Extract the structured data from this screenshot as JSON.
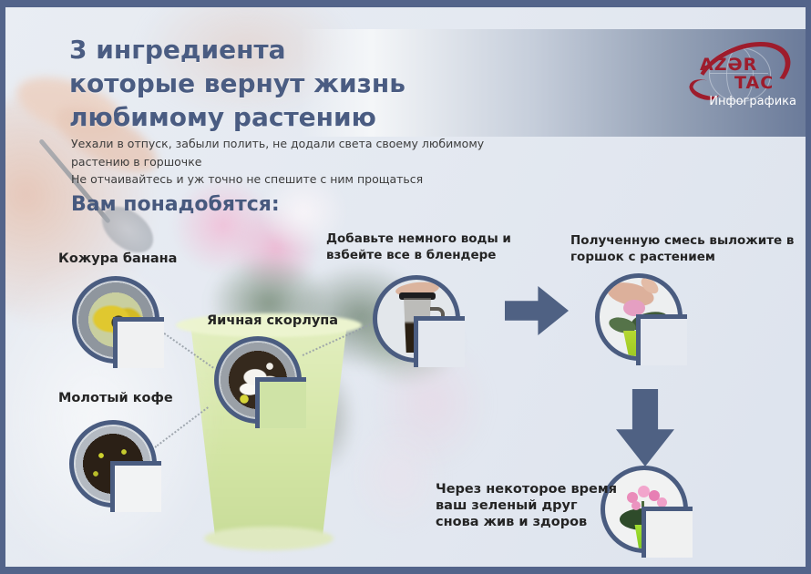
{
  "logo": {
    "line1": "AZƏR",
    "line2": "TAC",
    "subtitle": "Инфографика"
  },
  "header": {
    "title_lines": [
      "3 ингредиента",
      "которые вернут жизнь",
      "любимому растению"
    ],
    "intro_lines": [
      "Уехали в отпуск, забыли полить, не додали света своему любимому",
      "растению в горшочке",
      "Не отчаивайтесь и уж точно не спешите с ним прощаться"
    ],
    "you_will_need": "Вам понадобятся:"
  },
  "ingredients": [
    {
      "label": "Кожура банана",
      "photo": "banana-peel-in-blender-photo"
    },
    {
      "label": "Яичная скорлупа",
      "photo": "eggshell-in-blender-photo"
    },
    {
      "label": "Молотый кофе",
      "photo": "ground-coffee-photo"
    }
  ],
  "steps": [
    {
      "lines": [
        "Добавьте немного воды и",
        "взбейте все в блендере"
      ],
      "photo": "blender-with-mixture-photo"
    },
    {
      "lines": [
        "Полученную смесь выложите в",
        "горшок с растением"
      ],
      "photo": "hand-putting-mix-in-pot-photo"
    },
    {
      "lines": [
        "Через некоторое время",
        "ваш зеленый друг",
        "снова жив и здоров"
      ],
      "photo": "healthy-plant-photo"
    }
  ],
  "icons": {
    "arrow_right": "arrow-right-icon",
    "arrow_down": "arrow-down-icon"
  },
  "colors": {
    "frame": "#53648a",
    "accent_arrow": "#4f6183",
    "circle_border": "#4a5c80",
    "label_text": "#242424",
    "title_text": "#4a5c82",
    "band_dark": "#6b7b9a",
    "logo_red": "#9e1c2c"
  }
}
